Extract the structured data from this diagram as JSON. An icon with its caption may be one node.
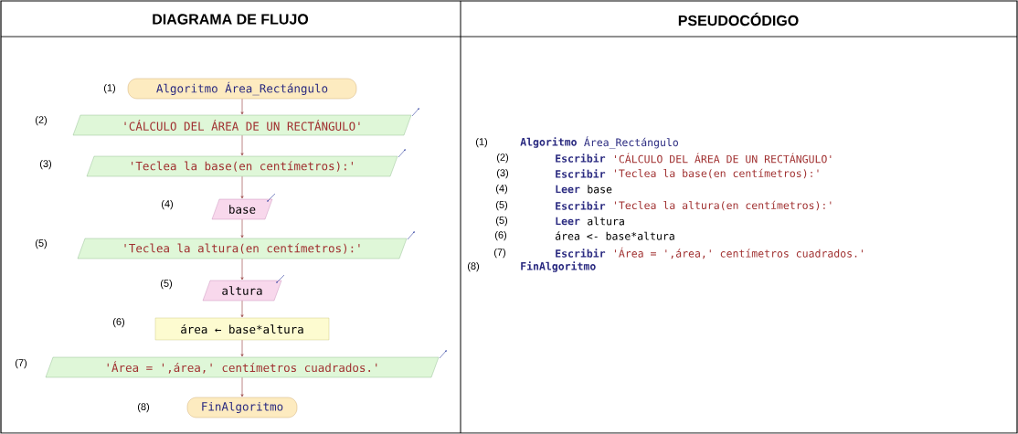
{
  "diagram": {
    "nodes": [
      {
        "text": [
          "Algoritmo Área_Rectángulo"
        ],
        "beside": [
          "(1)"
        ]
      },
      {
        "text": [
          "'CÁLCULO DEL ÁREA DE UN RECTÁNGULO'"
        ],
        "beside": [
          "(2)"
        ]
      },
      {
        "text": [
          "'Teclea la base(en centímetros):'"
        ],
        "beside": [
          "(3)"
        ]
      },
      {
        "text": [
          "base"
        ],
        "beside": [
          "(4)"
        ]
      },
      {
        "text": [
          "'Teclea la altura(en centímetros):'"
        ],
        "beside": [
          "(5)"
        ]
      },
      {
        "text": [
          "altura"
        ],
        "beside": [
          "(5)"
        ]
      },
      {
        "text": [
          "área ← base*altura"
        ],
        "beside": [
          "(6)"
        ]
      },
      {
        "text": [
          "'Área = ',área,' centímetros cuadrados.'"
        ],
        "beside": [
          "(7)"
        ]
      },
      {
        "text": [
          "FinAlgoritmo"
        ],
        "beside": [
          "(8)"
        ]
      }
    ],
    "edges": [
      {
        "from": 0,
        "to": 1,
        "arrow": "to"
      },
      {
        "from": 1,
        "to": 2,
        "arrow": "to"
      },
      {
        "from": 2,
        "to": 3,
        "arrow": "to"
      },
      {
        "from": 3,
        "to": 4,
        "arrow": "to"
      },
      {
        "from": 4,
        "to": 5,
        "arrow": "to"
      },
      {
        "from": 5,
        "to": 6,
        "arrow": "to"
      },
      {
        "from": 6,
        "to": 7,
        "arrow": "to"
      },
      {
        "from": 7,
        "to": 8,
        "arrow": "to"
      }
    ],
    "labels": [
      "DIAGRAMA DE FLUJO",
      "PSEUDOCÓDIGO",
      "(1)",
      "Algoritmo",
      "Área_Rectángulo",
      "(2)",
      "Escribir",
      "'CÁLCULO DEL ÁREA DE UN RECTÁNGULO'",
      "(3)",
      "Escribir",
      "'Teclea la base(en centímetros):'",
      "(4)",
      "Leer",
      "base",
      "(5)",
      "Escribir",
      "'Teclea la altura(en centímetros):'",
      "(5)",
      "Leer",
      "altura",
      "(6)",
      "área <- base*altura",
      "(7)",
      "Escribir",
      "'Área = ',área,' centímetros cuadrados.'",
      "(8)",
      "FinAlgoritmo"
    ]
  }
}
